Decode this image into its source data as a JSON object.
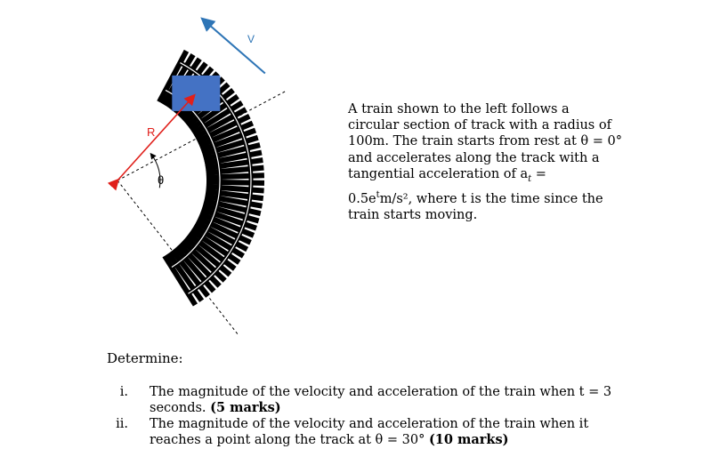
{
  "figure": {
    "label_v": "V",
    "label_r": "R",
    "label_theta": "θ",
    "track_color": "#000000",
    "train_color": "#4472c4",
    "radius_arrow_color": "#e0201b",
    "velocity_arrow_color": "#2e75b6"
  },
  "problem": {
    "lines": [
      "A train shown to the left follows a",
      "circular section of track with a radius of",
      "100m. The train starts from rest at θ = 0°",
      "and accelerates along the track with a",
      "tangential acceleration of a",
      "0.5e",
      "train starts moving."
    ],
    "accel_sub": "t",
    "accel_eq": " =",
    "exp_t": "t",
    "accel_rest": "m/s², where t is the time since the"
  },
  "determine_label": "Determine:",
  "questions": [
    {
      "num": "i.",
      "line1": "The magnitude of the velocity and acceleration of the train when t = 3",
      "line2_text": "seconds. ",
      "line2_bold": "(5 marks)"
    },
    {
      "num": "ii.",
      "line1": "The magnitude of the velocity and acceleration of the train when it",
      "line2_text": "reaches a point along the track at θ = 30° ",
      "line2_bold": "(10 marks)"
    }
  ]
}
